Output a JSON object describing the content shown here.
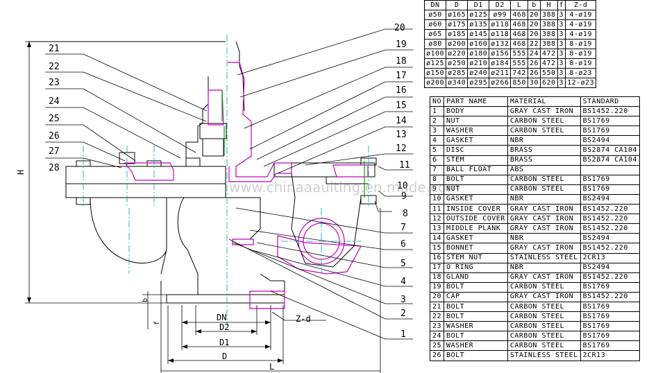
{
  "callouts": [
    "1",
    "2",
    "3",
    "4",
    "5",
    "6",
    "7",
    "8",
    "9",
    "10",
    "11",
    "12",
    "13",
    "14",
    "15",
    "16",
    "17",
    "18",
    "19",
    "20",
    "21",
    "22",
    "23",
    "24",
    "25",
    "26",
    "27",
    "28"
  ],
  "dim_labels": {
    "H": "H",
    "DN": "DN",
    "D2": "D2",
    "D1": "D1",
    "D": "D",
    "L": "L",
    "b": "b",
    "f": "f",
    "zd": "Z-d"
  },
  "watermark": "www.chinaaaulting.en.made.com",
  "dimensions_table": {
    "headers": [
      "DN",
      "D",
      "D1",
      "D2",
      "L",
      "b",
      "H",
      "f",
      "Z-d"
    ],
    "rows": [
      [
        "ø50",
        "ø165",
        "ø125",
        "ø99",
        "468",
        "20",
        "388",
        "3",
        "4-ø19"
      ],
      [
        "ø60",
        "ø175",
        "ø135",
        "ø118",
        "468",
        "20",
        "388",
        "3",
        "4-ø19"
      ],
      [
        "ø65",
        "ø185",
        "ø145",
        "ø118",
        "468",
        "20",
        "388",
        "3",
        "4-ø19"
      ],
      [
        "ø80",
        "ø200",
        "ø160",
        "ø132",
        "468",
        "22",
        "388",
        "3",
        "8-ø19"
      ],
      [
        "ø100",
        "ø220",
        "ø180",
        "ø156",
        "555",
        "24",
        "472",
        "3",
        "8-ø19"
      ],
      [
        "ø125",
        "ø250",
        "ø210",
        "ø184",
        "555",
        "26",
        "472",
        "3",
        "8-ø19"
      ],
      [
        "ø150",
        "ø285",
        "ø240",
        "ø211",
        "742",
        "26",
        "550",
        "3",
        "8-ø23"
      ],
      [
        "ø200",
        "ø340",
        "ø295",
        "ø266",
        "850",
        "30",
        "620",
        "3",
        "12-ø23"
      ]
    ]
  },
  "parts_table": {
    "headers": [
      "NO",
      "PART NAME",
      "MATERIAL",
      "STANDARD"
    ],
    "rows": [
      [
        "1",
        "BODY",
        "GRAY CAST IRON",
        "BS1452.220"
      ],
      [
        "2",
        "NUT",
        "CARBON STEEL",
        "BS1769"
      ],
      [
        "3",
        "WASHER",
        "CARBON STEEL",
        "BS1769"
      ],
      [
        "4",
        "GASKET",
        "NBR",
        "BS2494"
      ],
      [
        "5",
        "DISC",
        "BRASS",
        "BS2874 CA104"
      ],
      [
        "6",
        "STEM",
        "BRASS",
        "BS2874 CA104"
      ],
      [
        "7",
        "BALL FLOAT",
        "ABS",
        ""
      ],
      [
        "8",
        "BOLT",
        "CARBON STEEL",
        "BS1769"
      ],
      [
        "9",
        "NUT",
        "CARBON STEEL",
        "BS1769"
      ],
      [
        "10",
        "GASKET",
        "NBR",
        "BS2494"
      ],
      [
        "11",
        "INSIDE COVER",
        "GRAY CAST IRON",
        "BS1452.220"
      ],
      [
        "12",
        "OUTSIDE COVER",
        "GRAY CAST IRON",
        "BS1452.220"
      ],
      [
        "13",
        "MIDDLE PLANK",
        "GRAY CAST IRON",
        "BS1452.220"
      ],
      [
        "14",
        "GASKET",
        "NBR",
        "BS2494"
      ],
      [
        "15",
        "BONNET",
        "GRAY CAST IRON",
        "BS1452.220"
      ],
      [
        "16",
        "STEM NUT",
        "STAINLESS STEEL",
        "2CR13"
      ],
      [
        "17",
        "O RING",
        "NBR",
        "BS2494"
      ],
      [
        "18",
        "GLAND",
        "GRAY CAST IRON",
        "BS1452.220"
      ],
      [
        "19",
        "BOLT",
        "CARBON STEEL",
        "BS1769"
      ],
      [
        "20",
        "CAP",
        "GRAY CAST IRON",
        "BS1452.220"
      ],
      [
        "21",
        "BOLT",
        "CARBON STEEL",
        "BS1769"
      ],
      [
        "22",
        "BOLT",
        "CARBON STEEL",
        "BS1769"
      ],
      [
        "23",
        "WASHER",
        "CARBON STEEL",
        "BS1769"
      ],
      [
        "24",
        "BOLT",
        "CARBON STEEL",
        "BS1769"
      ],
      [
        "25",
        "WASHER",
        "CARBON STEEL",
        "BS1769"
      ],
      [
        "26",
        "BOLT",
        "STAINLESS STEEL",
        "2CR13"
      ]
    ]
  },
  "colors": {
    "line": "#000000",
    "section": "#c000c0",
    "center": "#00a0c0",
    "green": "#00a000"
  }
}
